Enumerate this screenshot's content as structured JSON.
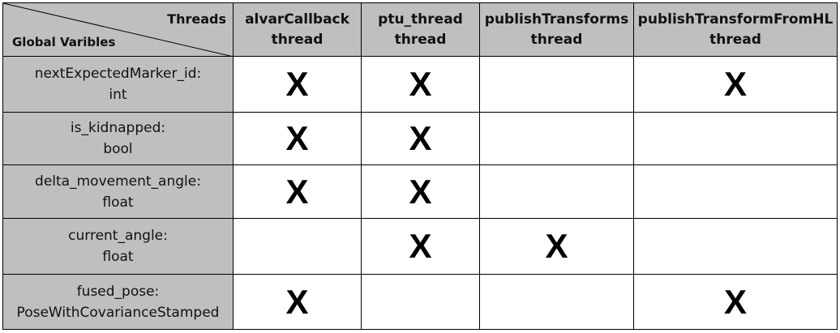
{
  "corner": {
    "top_label": "Threads",
    "bottom_label": "Global Varibles"
  },
  "columns": [
    {
      "line1": "alvarCallback",
      "line2": "thread"
    },
    {
      "line1": "ptu_thread",
      "line2": "thread"
    },
    {
      "line1": "publishTransforms",
      "line2": "thread"
    },
    {
      "line1": "publishTransformFromHL",
      "line2": "thread"
    }
  ],
  "rows": [
    {
      "name": "nextExpectedMarker_id:",
      "type": "int",
      "cells": [
        "X",
        "X",
        "",
        "X"
      ]
    },
    {
      "name": "is_kidnapped:",
      "type": "bool",
      "cells": [
        "X",
        "X",
        "",
        ""
      ]
    },
    {
      "name": "delta_movement_angle:",
      "type": "float",
      "cells": [
        "X",
        "X",
        "",
        ""
      ]
    },
    {
      "name": "current_angle:",
      "type": "float",
      "cells": [
        "",
        "X",
        "X",
        ""
      ]
    },
    {
      "name": "fused_pose:",
      "type": "PoseWithCovarianceStamped",
      "cells": [
        "X",
        "",
        "",
        "X"
      ]
    }
  ],
  "colors": {
    "header_background": "#bfbfbf",
    "cell_background": "#ffffff",
    "border": "#000000"
  }
}
